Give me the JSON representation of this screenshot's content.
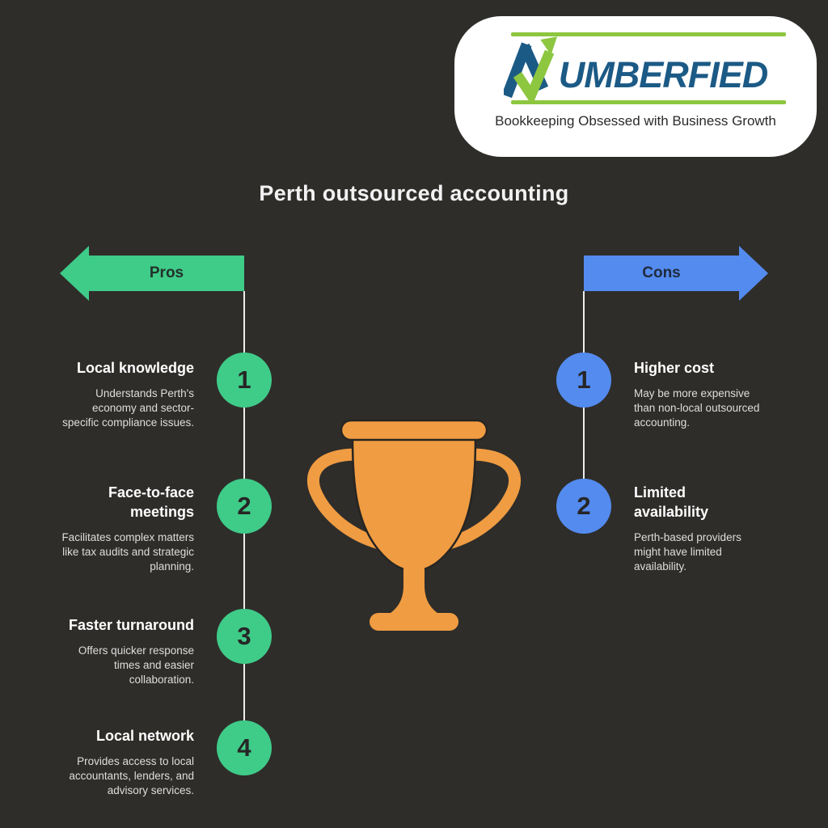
{
  "background_color": "#2e2d2a",
  "logo": {
    "name": "NUMBERFIED",
    "wordmark_text": "UMBERFIED",
    "tagline": "Bookkeeping Obsessed with Business Growth",
    "green": "#8dc63f",
    "blue": "#1c5a86"
  },
  "title": "Perth outsourced accounting",
  "pros": {
    "label": "Pros",
    "accent_color": "#3fcb88",
    "items": [
      {
        "number": "1",
        "heading": "Local knowledge",
        "description": "Understands Perth's economy and sector-specific compliance issues."
      },
      {
        "number": "2",
        "heading": "Face-to-face meetings",
        "description": "Facilitates complex matters like tax audits and strategic planning."
      },
      {
        "number": "3",
        "heading": "Faster turnaround",
        "description": "Offers quicker response times and easier collaboration."
      },
      {
        "number": "4",
        "heading": "Local network",
        "description": "Provides access to local accountants, lenders, and advisory services."
      }
    ]
  },
  "cons": {
    "label": "Cons",
    "accent_color": "#548bef",
    "items": [
      {
        "number": "1",
        "heading": "Higher cost",
        "description": "May be more expensive than non-local outsourced accounting."
      },
      {
        "number": "2",
        "heading": "Limited availability",
        "description": "Perth-based providers might have limited availability."
      }
    ]
  },
  "trophy": {
    "color": "#f09c42"
  }
}
